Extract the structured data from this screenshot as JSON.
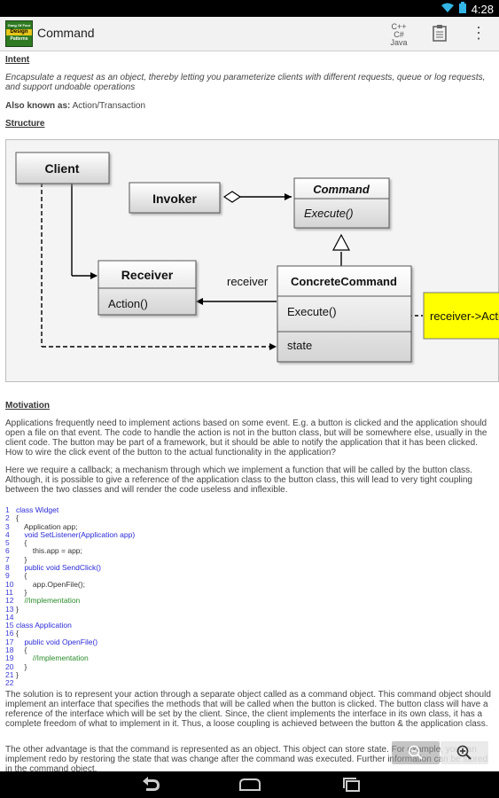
{
  "status": {
    "time": "4:28"
  },
  "actionbar": {
    "title": "Command",
    "app_icon_top": "Gang Of Four",
    "app_icon_mid": "Design",
    "app_icon_bottom": "Patterns",
    "lang_line1": "C++",
    "lang_line2": "C#",
    "lang_line3": "Java"
  },
  "sections": {
    "intent_heading": "Intent",
    "intent_text": "Encapsulate a request as an object, thereby letting you parameterize clients with different requests, queue or log requests, and support undoable operations",
    "also_known_label": "Also known as:",
    "also_known_value": "Action/Transaction",
    "structure_heading": "Structure",
    "motivation_heading": "Motivation",
    "motivation_p1": "Applications frequently need to implement actions based on some event. E.g. a button is clicked and the application should open a file on that event. The code to handle the action is not in the button class, but will be somewhere else, usually in the client code. The button may be part of a framework, but it should be able to notify the application that it has been clicked. How to wire the click event of the button to the actual functionality in the application?",
    "motivation_p2": "Here we require a callback; a mechanism through which we implement a function that will be called by the button class. Although, it is possible to give a reference of the application class to the button class, this will lead to very tight coupling between the two classes and will render the code useless and inflexible.",
    "solution_p": "The solution is to represent your action through a separate object called as a command object. This command object should implement an interface that specifies the methods that will be called when the button is clicked. The button class will have a reference of the interface which will be set by the client. Since, the client implements the interface in its own class, it has a complete freedom of what to implement in it. Thus, a loose coupling is achieved between the button & the application class.",
    "other_p": "The other advantage is that the command is represented as an object. This object can store state. For example, you can implement redo by restoring the state that was change after the command was executed. Further information can be stored in the command object."
  },
  "diagram": {
    "client": "Client",
    "invoker": "Invoker",
    "command": "Command",
    "command_method": "Execute()",
    "receiver": "Receiver",
    "receiver_method": "Action()",
    "receiver_label": "receiver",
    "concrete": "ConcreteCommand",
    "concrete_method": "Execute()",
    "concrete_state": "state",
    "note": "receiver->Action();"
  },
  "code_lines": [
    {
      "n": "1",
      "t": "class Widget"
    },
    {
      "n": "2",
      "t": "{"
    },
    {
      "n": "3",
      "t": "    Application app;"
    },
    {
      "n": "4",
      "t": "    void SetListener(Application app)"
    },
    {
      "n": "5",
      "t": "    {"
    },
    {
      "n": "6",
      "t": "        this.app = app;"
    },
    {
      "n": "7",
      "t": "    }"
    },
    {
      "n": "8",
      "t": "    public void SendClick()"
    },
    {
      "n": "9",
      "t": "    {"
    },
    {
      "n": "10",
      "t": "        app.OpenFile();"
    },
    {
      "n": "11",
      "t": "    }"
    },
    {
      "n": "12",
      "t": "    //Implementation"
    },
    {
      "n": "13",
      "t": "}"
    },
    {
      "n": "14",
      "t": ""
    },
    {
      "n": "15",
      "t": "class Application"
    },
    {
      "n": "16",
      "t": "{"
    },
    {
      "n": "17",
      "t": "    public void OpenFile()"
    },
    {
      "n": "18",
      "t": "    {"
    },
    {
      "n": "19",
      "t": "        //Implementation"
    },
    {
      "n": "20",
      "t": "    }"
    },
    {
      "n": "21",
      "t": "}"
    },
    {
      "n": "22",
      "t": ""
    }
  ]
}
